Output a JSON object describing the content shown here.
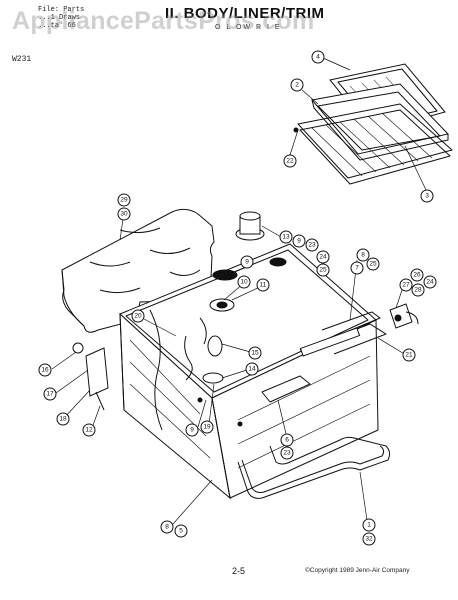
{
  "header": {
    "file_line": "File: Parts",
    "line2": "...1 Draws",
    "line3": "...ta' 66",
    "title": "II. BODY/LINER/TRIM",
    "subtitle": "O L OW R I E",
    "model": "W231"
  },
  "watermark": "AppliancePartsPros.com",
  "callouts": [
    {
      "id": "c4",
      "label": "4"
    },
    {
      "id": "c2",
      "label": "2"
    },
    {
      "id": "c22",
      "label": "22"
    },
    {
      "id": "c3",
      "label": "3"
    },
    {
      "id": "c29",
      "label": "29"
    },
    {
      "id": "c30",
      "label": "30"
    },
    {
      "id": "c13",
      "label": "13"
    },
    {
      "id": "c9a",
      "label": "9"
    },
    {
      "id": "c23a",
      "label": "23"
    },
    {
      "id": "c24a",
      "label": "24"
    },
    {
      "id": "c25a",
      "label": "25"
    },
    {
      "id": "c8a",
      "label": "8"
    },
    {
      "id": "c7",
      "label": "7"
    },
    {
      "id": "c25b",
      "label": "25"
    },
    {
      "id": "c26",
      "label": "26"
    },
    {
      "id": "c27",
      "label": "27"
    },
    {
      "id": "c24b",
      "label": "24"
    },
    {
      "id": "c28",
      "label": "28"
    },
    {
      "id": "c9b",
      "label": "9"
    },
    {
      "id": "c10",
      "label": "10"
    },
    {
      "id": "c11",
      "label": "11"
    },
    {
      "id": "c20",
      "label": "20"
    },
    {
      "id": "c15",
      "label": "15"
    },
    {
      "id": "c14",
      "label": "14"
    },
    {
      "id": "c21",
      "label": "21"
    },
    {
      "id": "c16",
      "label": "16"
    },
    {
      "id": "c17",
      "label": "17"
    },
    {
      "id": "c18",
      "label": "18"
    },
    {
      "id": "c12",
      "label": "12"
    },
    {
      "id": "c9c",
      "label": "9"
    },
    {
      "id": "c19",
      "label": "19"
    },
    {
      "id": "c6a",
      "label": "6"
    },
    {
      "id": "c23b",
      "label": "23"
    },
    {
      "id": "c8b",
      "label": "8"
    },
    {
      "id": "c5",
      "label": "5"
    },
    {
      "id": "c1",
      "label": "1"
    },
    {
      "id": "c32",
      "label": "32"
    }
  ],
  "footer": {
    "page": "2-5",
    "copyright": "©Copyright 1989 Jenn-Air Company"
  }
}
